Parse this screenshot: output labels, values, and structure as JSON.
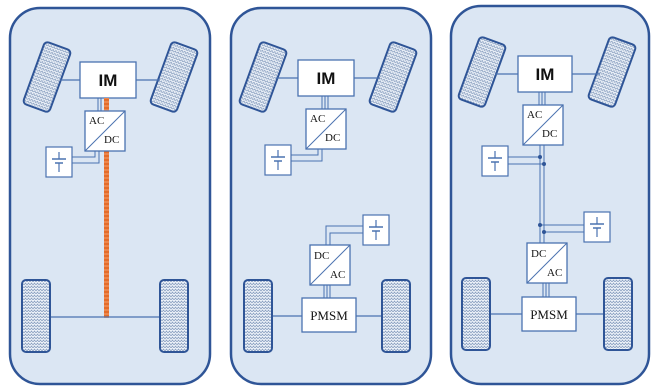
{
  "colors": {
    "panel_fill": "#dbe6f3",
    "panel_border": "#2f5597",
    "wire": "#4a72b0",
    "shaft_orange": "#e46c2a",
    "box_border": "#4a72b0",
    "wheel_fill": "#e9f0f8",
    "wheel_border": "#2f5597"
  },
  "icons": {
    "battery": "battery-symbol-icon",
    "wheel_pattern": "wheel-tread-pattern"
  },
  "labels": {
    "im": "IM",
    "ac": "AC",
    "dc": "DC",
    "pmsm": "PMSM"
  },
  "panels": [
    {
      "id": "panel-1",
      "front_motor": "IM",
      "front_converter": [
        "AC",
        "DC"
      ],
      "rear_motor": null,
      "mechanical_shaft": true
    },
    {
      "id": "panel-2",
      "front_motor": "IM",
      "front_converter": [
        "AC",
        "DC"
      ],
      "rear_motor": "PMSM",
      "rear_converter": [
        "DC",
        "AC"
      ],
      "mechanical_shaft": false,
      "shared_dc_bus": false
    },
    {
      "id": "panel-3",
      "front_motor": "IM",
      "front_converter": [
        "AC",
        "DC"
      ],
      "rear_motor": "PMSM",
      "rear_converter": [
        "DC",
        "AC"
      ],
      "mechanical_shaft": false,
      "shared_dc_bus": true
    }
  ]
}
